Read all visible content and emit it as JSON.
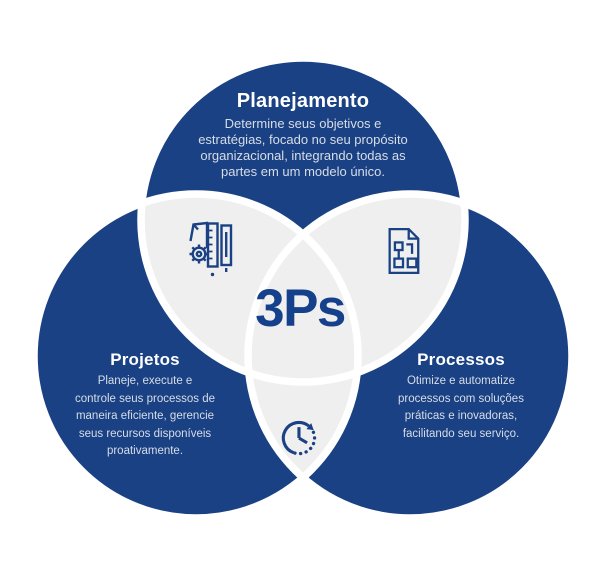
{
  "diagram_title": "3Ps",
  "center_label": "3Ps",
  "colors": {
    "circle_blue": "#1a4183",
    "overlap_gray": "#efefef",
    "separator_white": "#ffffff",
    "title_text": "#ffffff",
    "body_text": "#d6dde8",
    "center_text_blue": "#15418c",
    "icon_blue": "#1a4183",
    "background": "#ffffff"
  },
  "circles": [
    {
      "id": "planejamento",
      "title": "Planejamento",
      "description": "Determine seus objetivos e\nestratégias, focado no seu propósito\norganizacional, integrando todas as\npartes em um modelo único."
    },
    {
      "id": "projetos",
      "title": "Projetos",
      "description": "Planeje, execute e\ncontrole seus processos de\nmaneira eficiente, gerencie\nseus recursos disponíveis\nproativamente."
    },
    {
      "id": "processos",
      "title": "Processos",
      "description": "Otimize e automatize\nprocessos com soluções\npráticas e inovadoras,\nfacilitando seu serviço."
    }
  ],
  "icons": [
    {
      "name": "planning-tools-icon",
      "depicts": "document with gear, ruler and pencil"
    },
    {
      "name": "process-document-icon",
      "depicts": "document with flowchart"
    },
    {
      "name": "clock-icon",
      "depicts": "clock with dotted arc and arrow"
    }
  ]
}
